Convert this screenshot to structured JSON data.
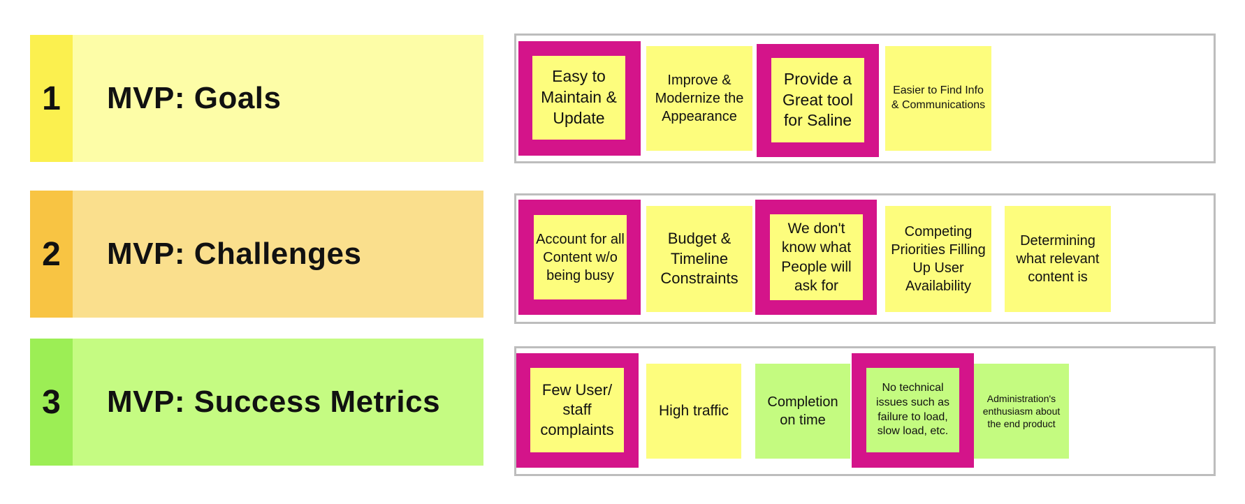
{
  "colors": {
    "highlight": "#d4148a",
    "note_yellow": "#fdfd7d",
    "note_green": "#c4fb80",
    "row1_strip": "#fbf04f",
    "row1_bg": "#fdfda7",
    "row2_strip": "#f8c443",
    "row2_bg": "#fadf8d",
    "row3_strip": "#9cee55",
    "row3_bg": "#c5fb82",
    "box_border": "#bdbdbd"
  },
  "rows": [
    {
      "number": "1",
      "title": "MVP: Goals",
      "notes": [
        {
          "text": "Easy to Maintain & Update",
          "highlighted": true,
          "color": "yellow"
        },
        {
          "text": "Improve & Modernize the Appearance",
          "highlighted": false,
          "color": "yellow"
        },
        {
          "text": "Provide a Great tool for Saline",
          "highlighted": true,
          "color": "yellow"
        },
        {
          "text": "Easier to Find Info & Communications",
          "highlighted": false,
          "color": "yellow"
        }
      ]
    },
    {
      "number": "2",
      "title": "MVP: Challenges",
      "notes": [
        {
          "text": "Account for all Content w/o being busy",
          "highlighted": true,
          "color": "yellow"
        },
        {
          "text": "Budget & Timeline Constraints",
          "highlighted": false,
          "color": "yellow"
        },
        {
          "text": "We don't know what People will ask for",
          "highlighted": true,
          "color": "yellow"
        },
        {
          "text": "Competing Priorities Filling Up User Availability",
          "highlighted": false,
          "color": "yellow"
        },
        {
          "text": "Determining what relevant content is",
          "highlighted": false,
          "color": "yellow"
        }
      ]
    },
    {
      "number": "3",
      "title": "MVP: Success Metrics",
      "notes": [
        {
          "text": "Few User/ staff complaints",
          "highlighted": true,
          "color": "yellow"
        },
        {
          "text": "High traffic",
          "highlighted": false,
          "color": "yellow"
        },
        {
          "text": "Completion on time",
          "highlighted": false,
          "color": "green"
        },
        {
          "text": "No technical issues such as failure to load, slow load, etc.",
          "highlighted": true,
          "color": "green"
        },
        {
          "text": "Administration's enthusiasm about the end product",
          "highlighted": false,
          "color": "green"
        }
      ]
    }
  ]
}
